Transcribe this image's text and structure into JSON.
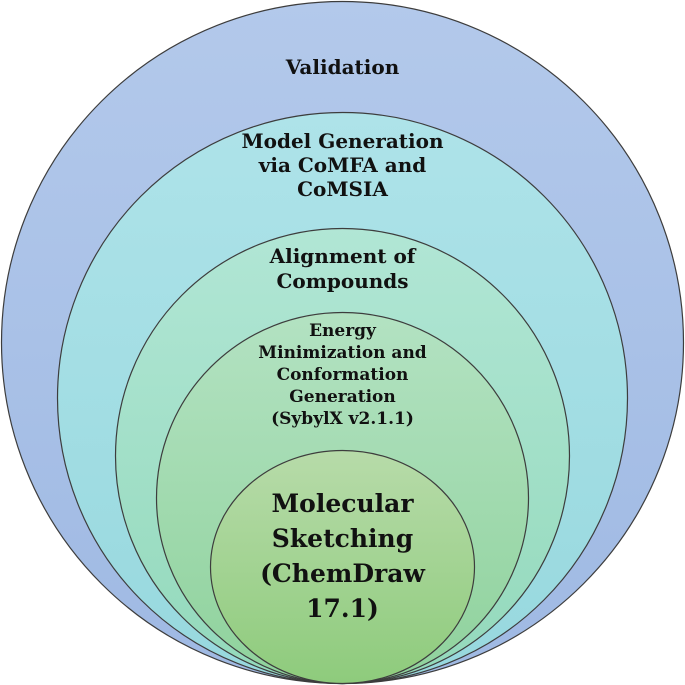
{
  "diagram": {
    "layers": [
      {
        "id": "validation",
        "lines": [
          "Validation"
        ],
        "fill_color": "#a9c3e8",
        "stroke_color": "#3d3d3d"
      },
      {
        "id": "model-generation",
        "lines": [
          "Model Generation",
          "via CoMFA and",
          "CoMSIA"
        ],
        "fill_color": "#a2dfe3",
        "stroke_color": "#3d3d3d"
      },
      {
        "id": "alignment",
        "lines": [
          "Alignment of",
          "Compounds"
        ],
        "fill_color": "#a6e3cc",
        "stroke_color": "#3d3d3d"
      },
      {
        "id": "energy-minimization",
        "lines": [
          "Energy",
          "Minimization and",
          "Conformation",
          "Generation",
          "(SybylX v2.1.1)"
        ],
        "fill_color": "#a5dcb1",
        "stroke_color": "#3d3d3d"
      },
      {
        "id": "molecular-sketching",
        "lines": [
          "Molecular",
          "Sketching",
          "(ChemDraw",
          "17.1)"
        ],
        "fill_color": "#a6d595",
        "stroke_color": "#3d3d3d"
      }
    ]
  }
}
